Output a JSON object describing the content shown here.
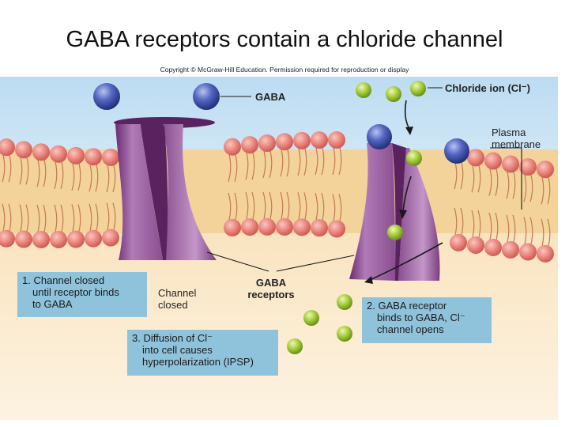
{
  "slide": {
    "title": "GABA receptors contain a chloride channel",
    "copyright": "Copyright © McGraw-Hill Education. Permission required for reproduction or display"
  },
  "labels": {
    "gaba": "GABA",
    "chloride_ion": "Chloride ion (Cl⁻)",
    "plasma_membrane": [
      "Plasma",
      "membrane"
    ],
    "channel_closed": [
      "Channel",
      "closed"
    ],
    "gaba_receptors": [
      "GABA",
      "receptors"
    ]
  },
  "callouts": {
    "step1": [
      "1. Channel closed",
      "until receptor binds",
      "to GABA"
    ],
    "step2": [
      "2. GABA receptor",
      "binds to GABA, Cl⁻",
      "channel opens"
    ],
    "step3": [
      "3. Diffusion of Cl⁻",
      "into cell causes",
      "hyperpolarization (IPSP)"
    ]
  },
  "colors": {
    "extracellular": "#cfe4f4",
    "membrane_core": "#f4d39a",
    "phospholipid_head": "#e8837b",
    "receptor": "#9b5aa0",
    "gaba_molecule": "#3d4fa8",
    "chloride_ion": "#a7cc3c",
    "callout_bg": "#8fc3dc"
  }
}
